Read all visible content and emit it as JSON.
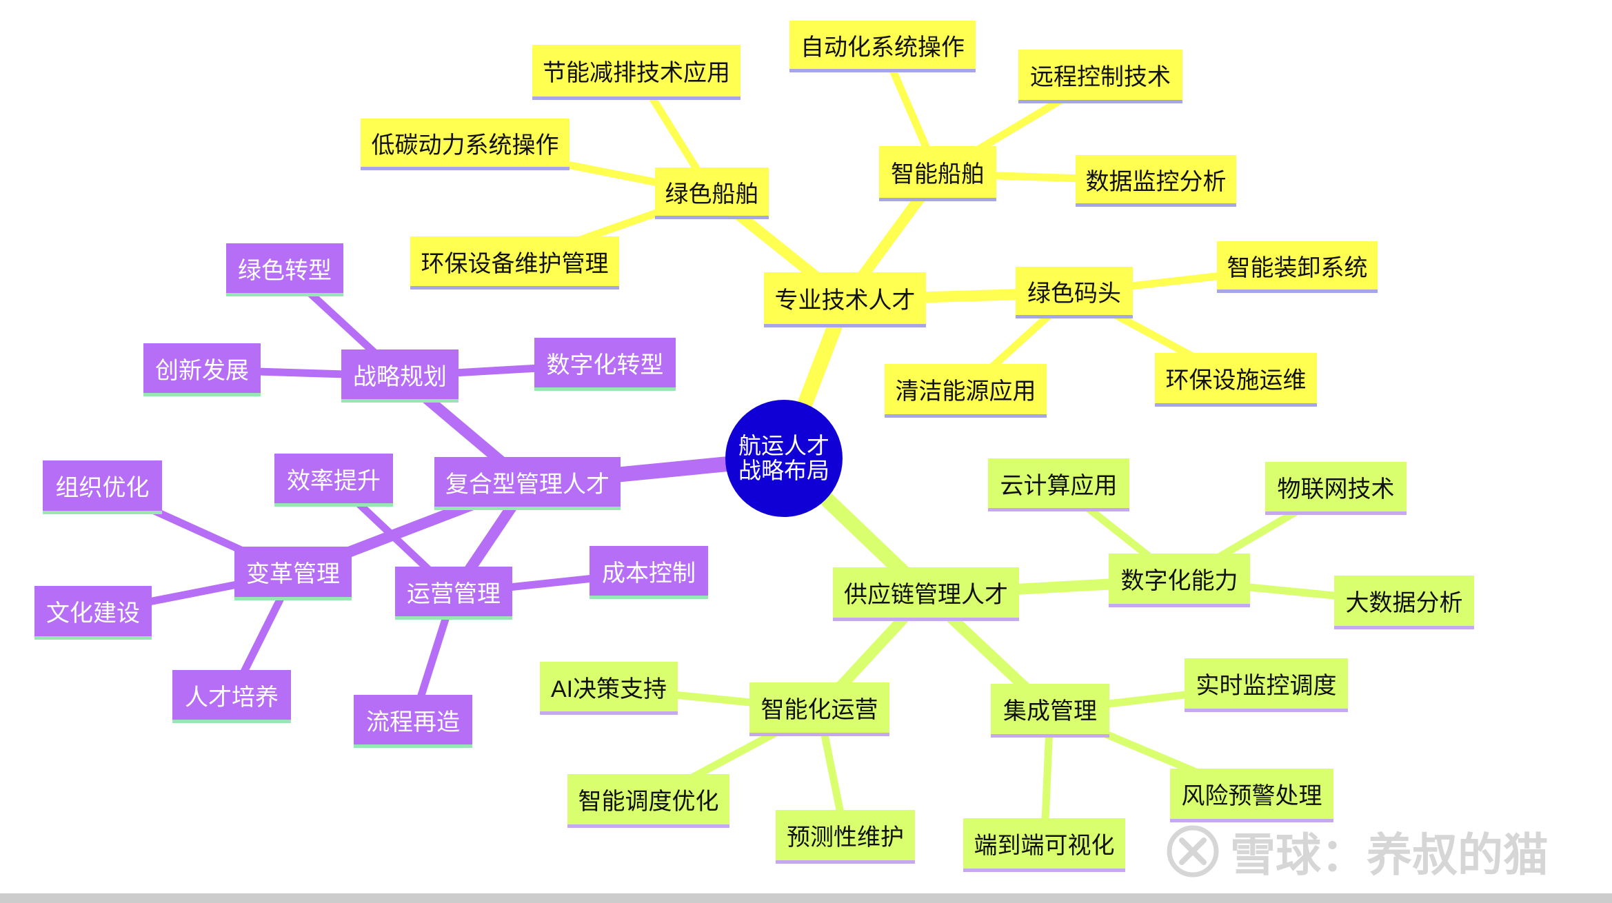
{
  "root": {
    "line1": "航运人才",
    "line2": "战略布局"
  },
  "branches": {
    "tech": {
      "label": "专业技术人才",
      "green_ship": {
        "label": "绿色船舶",
        "items": [
          "节能减排技术应用",
          "低碳动力系统操作",
          "环保设备维护管理"
        ]
      },
      "smart_ship": {
        "label": "智能船舶",
        "items": [
          "自动化系统操作",
          "远程控制技术",
          "数据监控分析"
        ]
      },
      "green_port": {
        "label": "绿色码头",
        "items": [
          "智能装卸系统",
          "清洁能源应用",
          "环保设施运维"
        ]
      }
    },
    "mgmt": {
      "label": "复合型管理人才",
      "strategy": {
        "label": "战略规划",
        "items": [
          "绿色转型",
          "创新发展",
          "数字化转型"
        ]
      },
      "change": {
        "label": "变革管理",
        "items": [
          "组织优化",
          "文化建设",
          "人才培养"
        ]
      },
      "ops": {
        "label": "运营管理",
        "items": [
          "效率提升",
          "成本控制",
          "流程再造"
        ]
      }
    },
    "supply": {
      "label": "供应链管理人才",
      "digital": {
        "label": "数字化能力",
        "items": [
          "云计算应用",
          "物联网技术",
          "大数据分析"
        ]
      },
      "smart_ops": {
        "label": "智能化运营",
        "items": [
          "AI决策支持",
          "智能调度优化",
          "预测性维护"
        ]
      },
      "integration": {
        "label": "集成管理",
        "items": [
          "实时监控调度",
          "风险预警处理",
          "端到端可视化"
        ]
      }
    }
  },
  "watermark": {
    "text": "雪球：养叔的猫"
  },
  "colors": {
    "tech": "#ffff52",
    "mgmt": "#b56ef5",
    "supply": "#d9ff6e",
    "root": "#1000d6"
  }
}
